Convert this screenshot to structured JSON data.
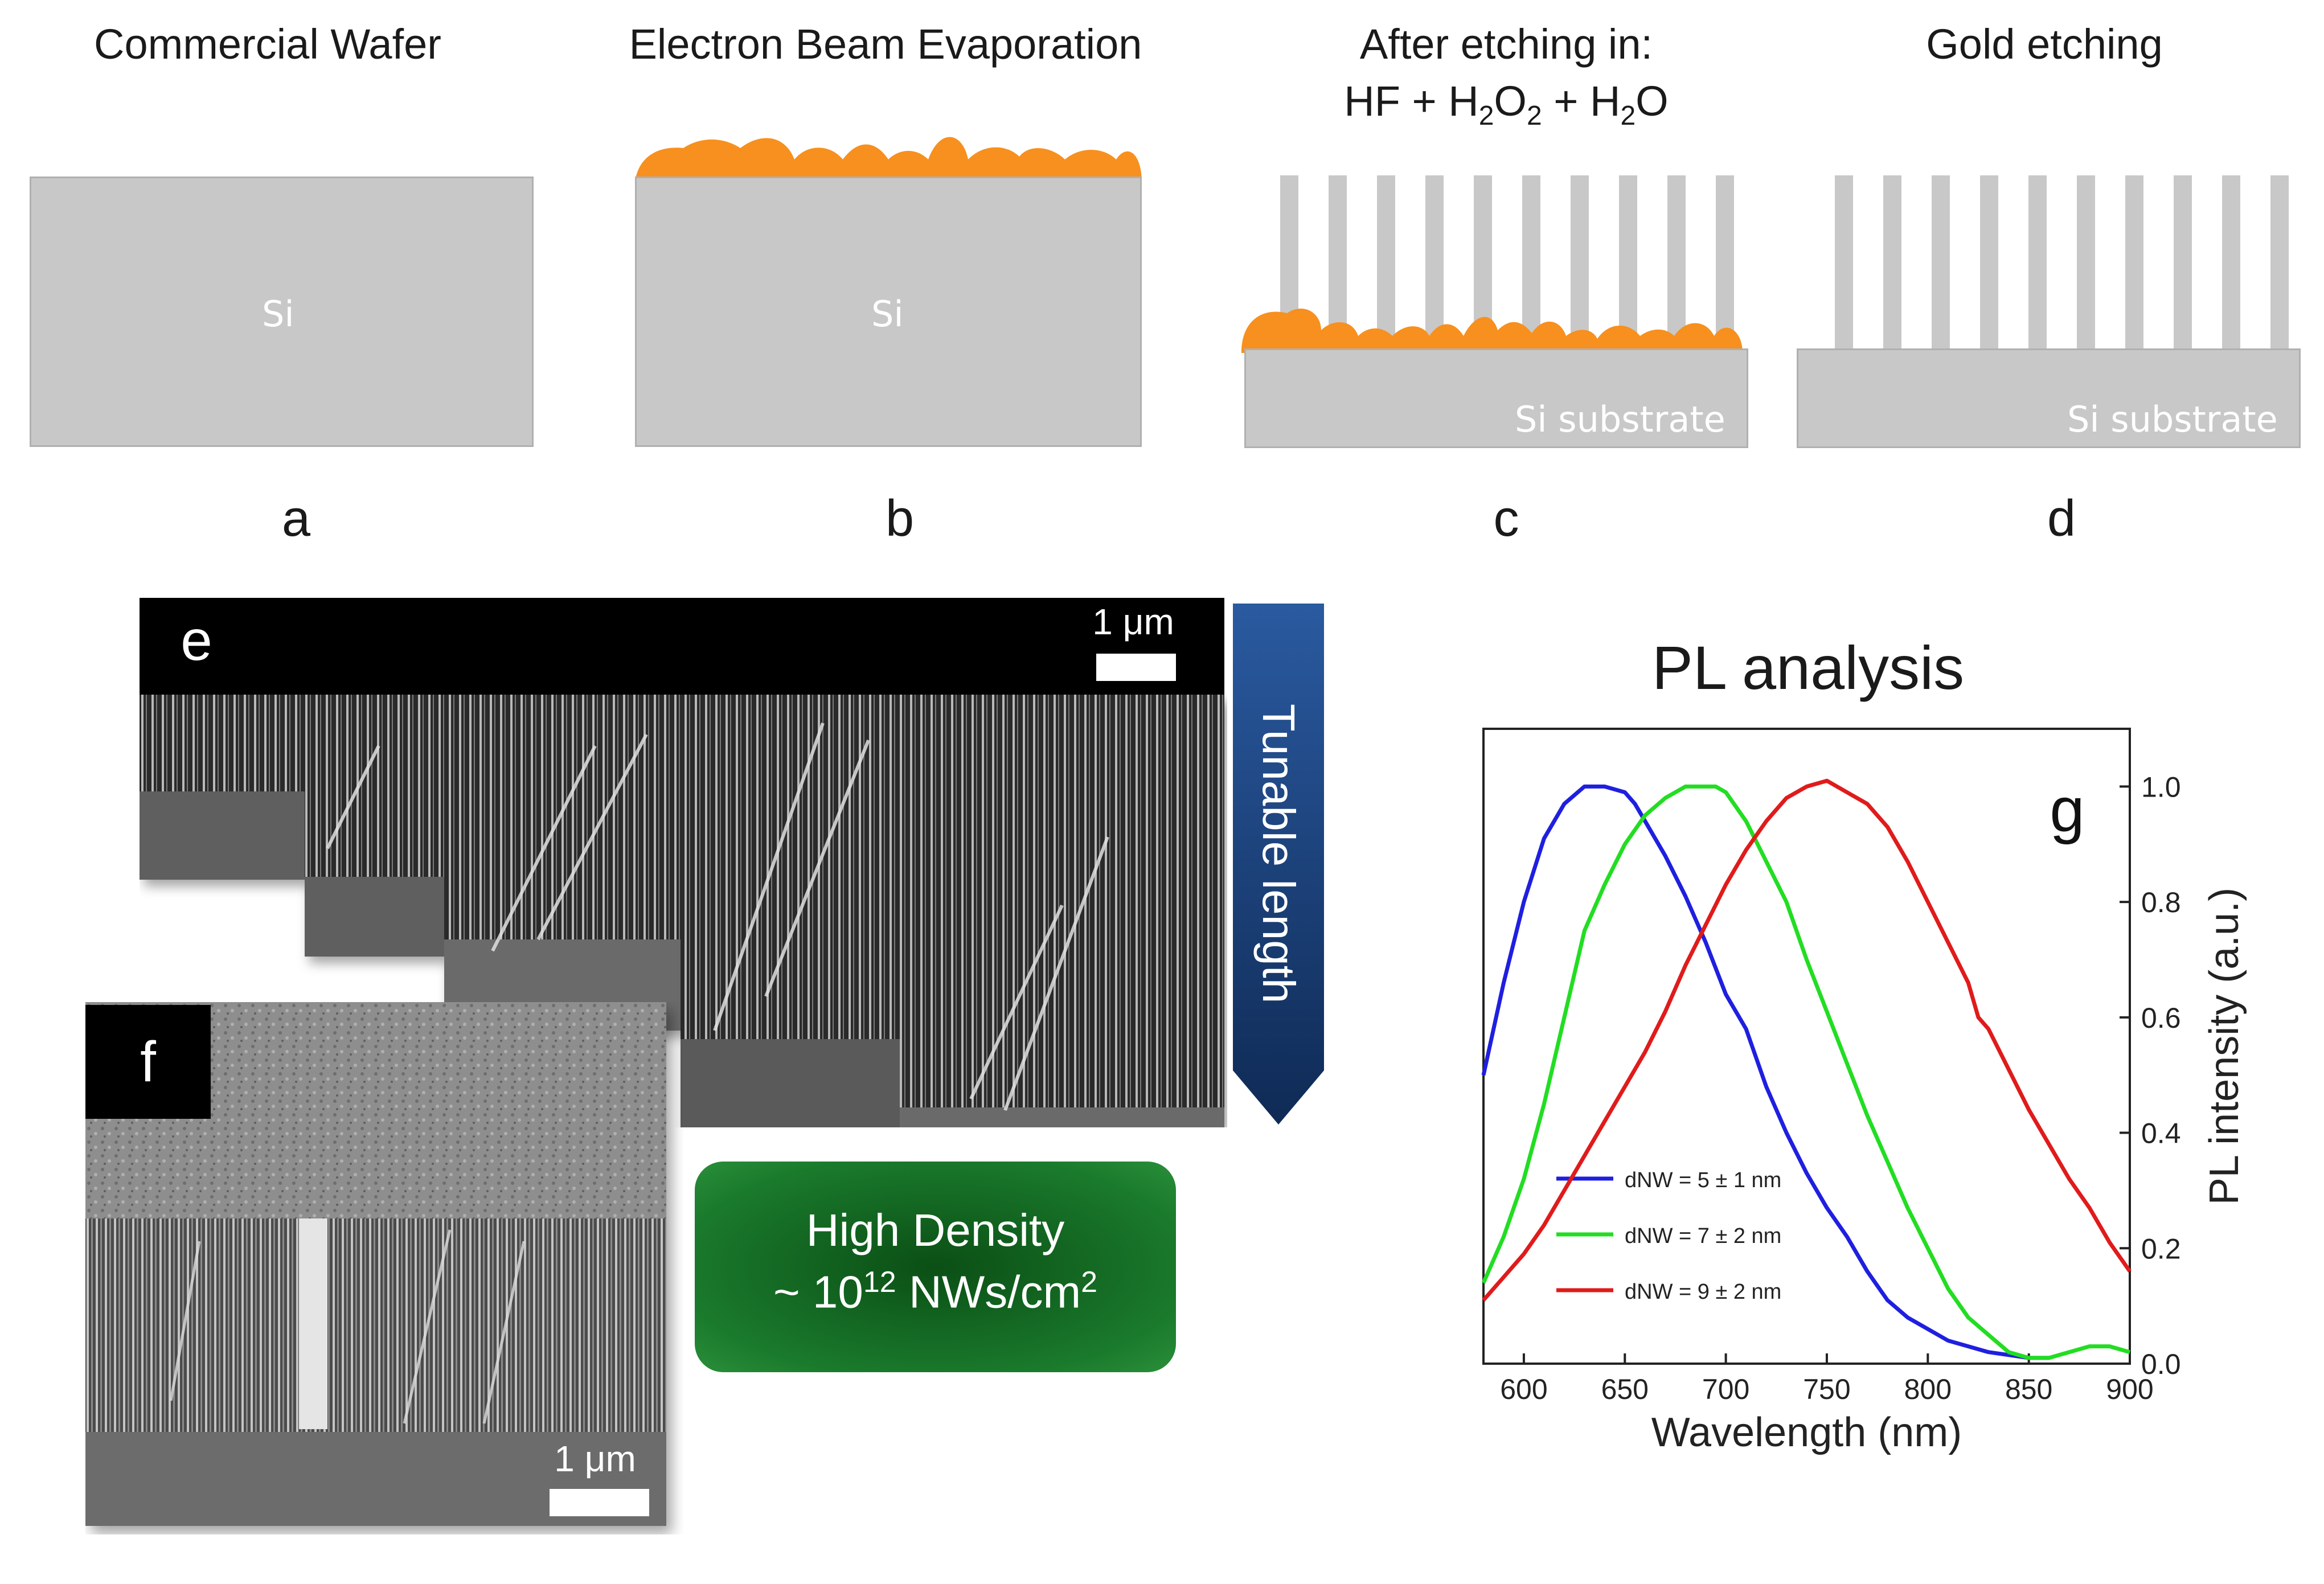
{
  "steps": [
    {
      "letter": "a",
      "title_line1": "Commercial Wafer",
      "label": "Si"
    },
    {
      "letter": "b",
      "title_line1": "Electron Beam Evaporation",
      "label": "Si"
    },
    {
      "letter": "c",
      "title_line1": "After etching in:",
      "title_line2": "HF + H2O2 + H2O",
      "label": "Si substrate"
    },
    {
      "letter": "d",
      "title_line1": "Gold etching",
      "label": "Si substrate"
    }
  ],
  "colors": {
    "silicon": "#c8c8c8",
    "gold": "#f7901e",
    "blue_arrow": "#16386b",
    "green_box": "#0d6b1e"
  },
  "panel_e": {
    "tag": "e",
    "scale": "1 μm"
  },
  "panel_f": {
    "tag": "f",
    "scale": "1 μm"
  },
  "arrow_label": "Tunable length",
  "density_box": {
    "line1": "High Density",
    "line2_prefix": "~ 10",
    "line2_exp": "12",
    "line2_mid": " NWs/cm",
    "line2_sup": "2"
  },
  "chart_title": "PL analysis",
  "chart_data": {
    "type": "line",
    "panel_letter": "g",
    "xlabel": "Wavelength (nm)",
    "ylabel": "PL intensity (a.u.)",
    "xlim": [
      580,
      900
    ],
    "ylim": [
      0.0,
      1.1
    ],
    "xticks": [
      600,
      650,
      700,
      750,
      800,
      850,
      900
    ],
    "yticks": [
      0.0,
      0.2,
      0.4,
      0.6,
      0.8,
      1.0
    ],
    "series": [
      {
        "name": "dNW = 5 ± 1 nm",
        "color": "#1f1fe0",
        "x": [
          580,
          590,
          600,
          610,
          620,
          630,
          640,
          650,
          655,
          660,
          670,
          680,
          690,
          700,
          710,
          720,
          730,
          740,
          750,
          760,
          770,
          780,
          790,
          800,
          810,
          820,
          830,
          840,
          850,
          860
        ],
        "y": [
          0.5,
          0.66,
          0.8,
          0.91,
          0.97,
          1.0,
          1.0,
          0.99,
          0.97,
          0.94,
          0.88,
          0.81,
          0.73,
          0.64,
          0.58,
          0.48,
          0.4,
          0.33,
          0.27,
          0.22,
          0.16,
          0.11,
          0.08,
          0.06,
          0.04,
          0.03,
          0.02,
          0.015,
          0.01,
          0.01
        ]
      },
      {
        "name": "dNW = 7 ± 2 nm",
        "color": "#22dd22",
        "x": [
          580,
          590,
          600,
          610,
          620,
          630,
          640,
          650,
          660,
          670,
          680,
          690,
          695,
          700,
          710,
          720,
          730,
          740,
          750,
          760,
          770,
          780,
          790,
          800,
          810,
          820,
          830,
          840,
          850,
          860,
          870,
          880,
          890,
          900
        ],
        "y": [
          0.14,
          0.22,
          0.32,
          0.45,
          0.6,
          0.75,
          0.83,
          0.9,
          0.95,
          0.98,
          1.0,
          1.0,
          1.0,
          0.99,
          0.94,
          0.87,
          0.8,
          0.7,
          0.61,
          0.52,
          0.43,
          0.35,
          0.27,
          0.2,
          0.13,
          0.08,
          0.05,
          0.02,
          0.01,
          0.01,
          0.02,
          0.03,
          0.03,
          0.02
        ]
      },
      {
        "name": "dNW = 9 ± 2 nm",
        "color": "#e01b1b",
        "x": [
          580,
          590,
          600,
          610,
          620,
          630,
          640,
          650,
          660,
          670,
          680,
          690,
          700,
          710,
          720,
          730,
          740,
          750,
          760,
          770,
          780,
          790,
          800,
          810,
          820,
          825,
          830,
          840,
          850,
          860,
          870,
          880,
          890,
          900
        ],
        "y": [
          0.11,
          0.15,
          0.19,
          0.24,
          0.3,
          0.36,
          0.42,
          0.48,
          0.54,
          0.61,
          0.69,
          0.76,
          0.83,
          0.89,
          0.94,
          0.98,
          1.0,
          1.01,
          0.99,
          0.97,
          0.93,
          0.87,
          0.8,
          0.73,
          0.66,
          0.6,
          0.58,
          0.51,
          0.44,
          0.38,
          0.32,
          0.27,
          0.21,
          0.16
        ]
      }
    ]
  }
}
